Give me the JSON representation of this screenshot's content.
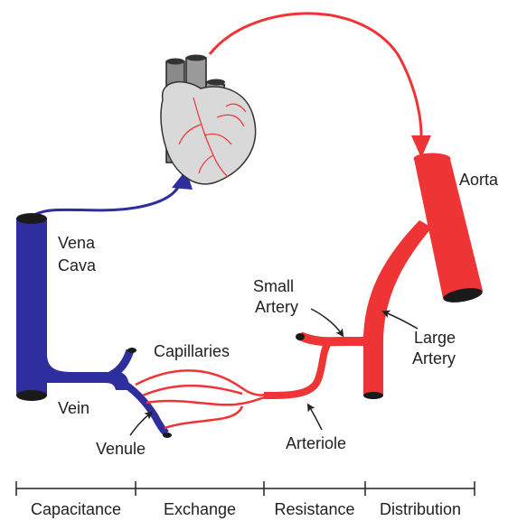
{
  "labels": {
    "aorta": "Aorta",
    "vena_cava_line1": "Vena",
    "vena_cava_line2": "Cava",
    "small_artery_line1": "Small",
    "small_artery_line2": "Artery",
    "large_artery_line1": "Large",
    "large_artery_line2": "Artery",
    "capillaries": "Capillaries",
    "vein": "Vein",
    "venule": "Venule",
    "arteriole": "Arteriole"
  },
  "sections": [
    "Capacitance",
    "Exchange",
    "Resistance",
    "Distribution"
  ],
  "colors": {
    "artery_red": "#ee3434",
    "vein_blue": "#2e2e9e",
    "heart_gray": "#d9d9d9",
    "text": "#222222",
    "vessel_end": "#1a1a1a"
  }
}
